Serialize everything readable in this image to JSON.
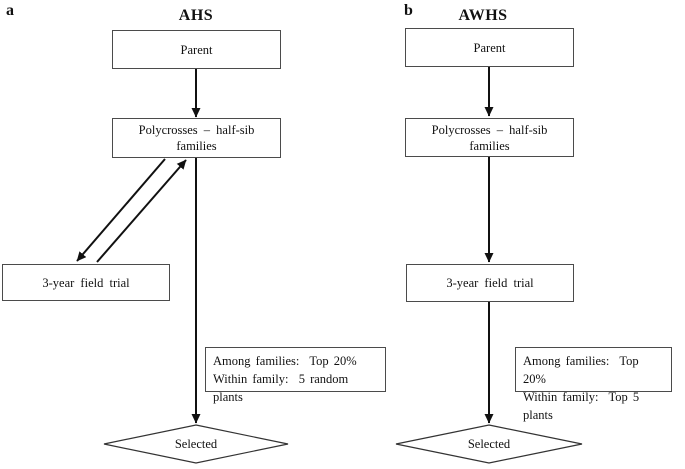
{
  "colors": {
    "ink": "#111111",
    "box_border": "#4b4b4b",
    "background": "#ffffff"
  },
  "panels": [
    {
      "label": "a",
      "title": "AHS",
      "parent_box": "Parent",
      "polycross_line1": "Polycrosses – half-sib",
      "polycross_line2": "families",
      "field_trial_box": "3-year field trial",
      "note_line1": "Among families:  Top 20%",
      "note_line2": "Within family:  5 random plants",
      "selected": "Selected"
    },
    {
      "label": "b",
      "title": "AWHS",
      "parent_box": "Parent",
      "polycross_line1": "Polycrosses – half-sib",
      "polycross_line2": "families",
      "field_trial_box": "3-year field trial",
      "note_line1": "Among families:  Top 20%",
      "note_line2": "Within family:  Top 5 plants",
      "selected": "Selected"
    }
  ]
}
